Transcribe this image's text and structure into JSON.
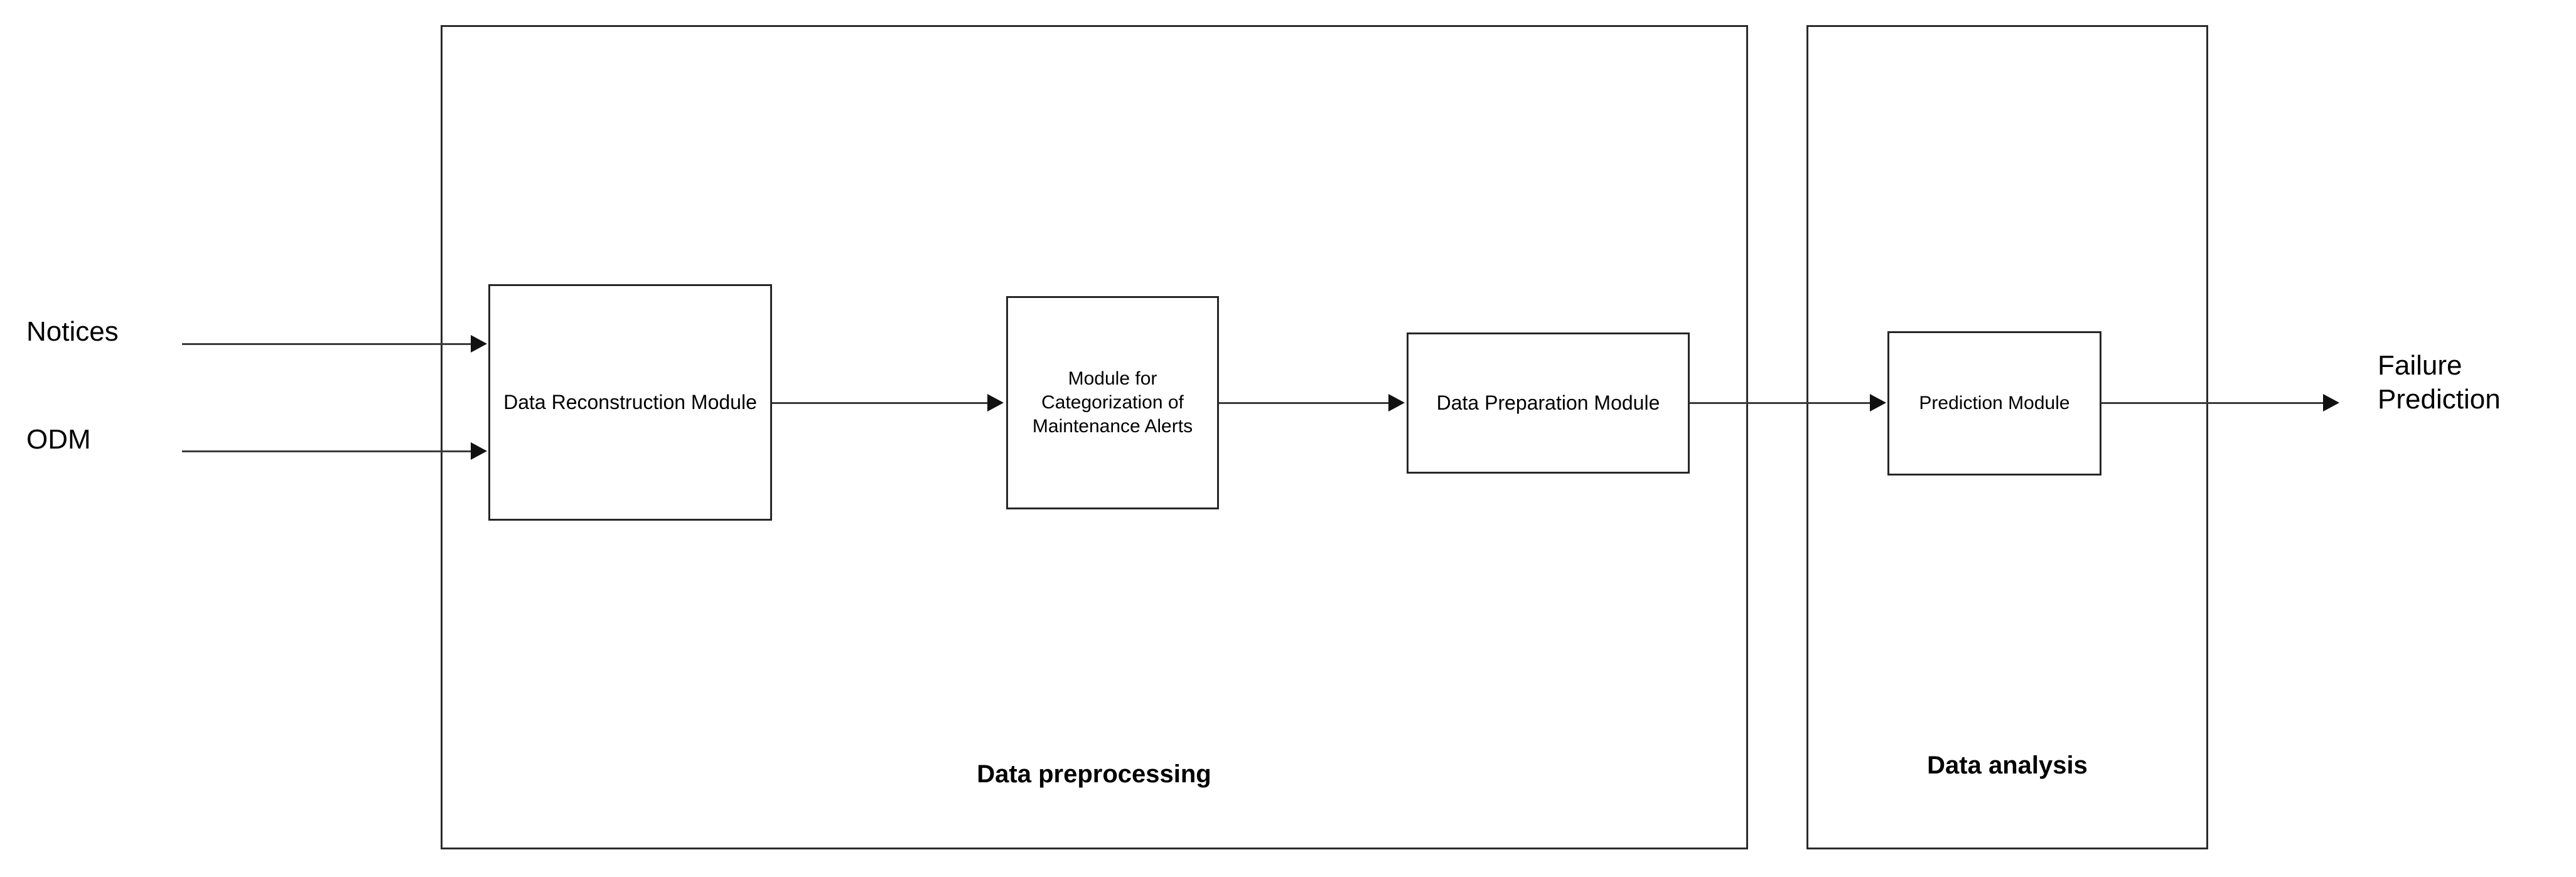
{
  "diagram": {
    "title_present": false,
    "background_color": "#ffffff",
    "stroke_color": "#2b2b2b",
    "text_color": "#000000"
  },
  "inputs": [
    {
      "id": "notices",
      "label": "Notices"
    },
    {
      "id": "odm",
      "label": "ODM"
    }
  ],
  "groups": [
    {
      "id": "preprocessing",
      "label": "Data preprocessing"
    },
    {
      "id": "analysis",
      "label": "Data analysis"
    }
  ],
  "nodes": [
    {
      "id": "data-reconstruction-module",
      "label": "Data Reconstruction Module",
      "group": "preprocessing"
    },
    {
      "id": "categorization-module",
      "label": "Module for Categorization of Maintenance Alerts",
      "group": "preprocessing"
    },
    {
      "id": "data-preparation-module",
      "label": "Data Preparation Module",
      "group": "preprocessing"
    },
    {
      "id": "prediction-module",
      "label": "Prediction Module",
      "group": "analysis"
    }
  ],
  "outputs": [
    {
      "id": "failure-prediction",
      "label": "Failure\nPrediction"
    }
  ],
  "edges": [
    {
      "id": "notices-to-reconstruction",
      "from": "notices",
      "to": "data-reconstruction-module",
      "label": ""
    },
    {
      "id": "odm-to-reconstruction",
      "from": "odm",
      "to": "data-reconstruction-module",
      "label": ""
    },
    {
      "id": "reconstruction-to-categorization",
      "from": "data-reconstruction-module",
      "to": "categorization-module",
      "label": ""
    },
    {
      "id": "categorization-to-preparation",
      "from": "categorization-module",
      "to": "data-preparation-module",
      "label": ""
    },
    {
      "id": "preparation-to-prediction",
      "from": "data-preparation-module",
      "to": "prediction-module",
      "label": ""
    },
    {
      "id": "prediction-to-output",
      "from": "prediction-module",
      "to": "failure-prediction",
      "label": ""
    }
  ]
}
